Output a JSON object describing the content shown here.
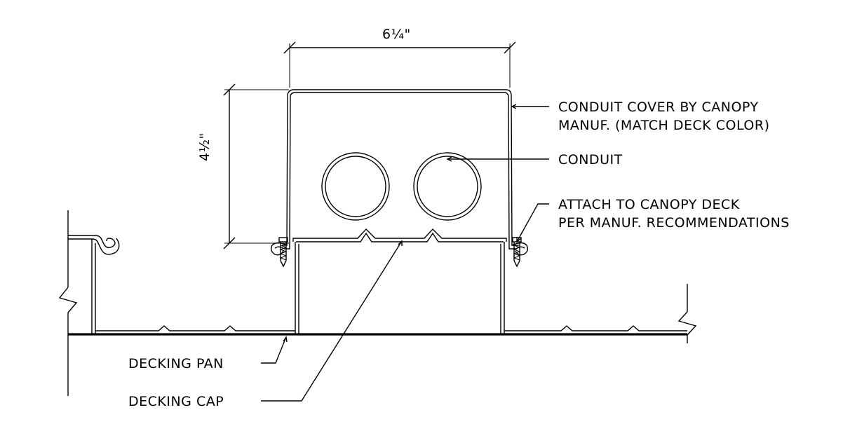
{
  "dimensions": {
    "width_label": "6¼\"",
    "height_label": "4½\""
  },
  "callouts": {
    "conduit_cover_line1": "CONDUIT COVER BY CANOPY",
    "conduit_cover_line2": "MANUF. (MATCH DECK COLOR)",
    "conduit": "CONDUIT",
    "attach_line1": "ATTACH TO CANOPY DECK",
    "attach_line2": "PER MANUF. RECOMMENDATIONS",
    "decking_pan": "DECKING PAN",
    "decking_cap": "DECKING CAP"
  }
}
